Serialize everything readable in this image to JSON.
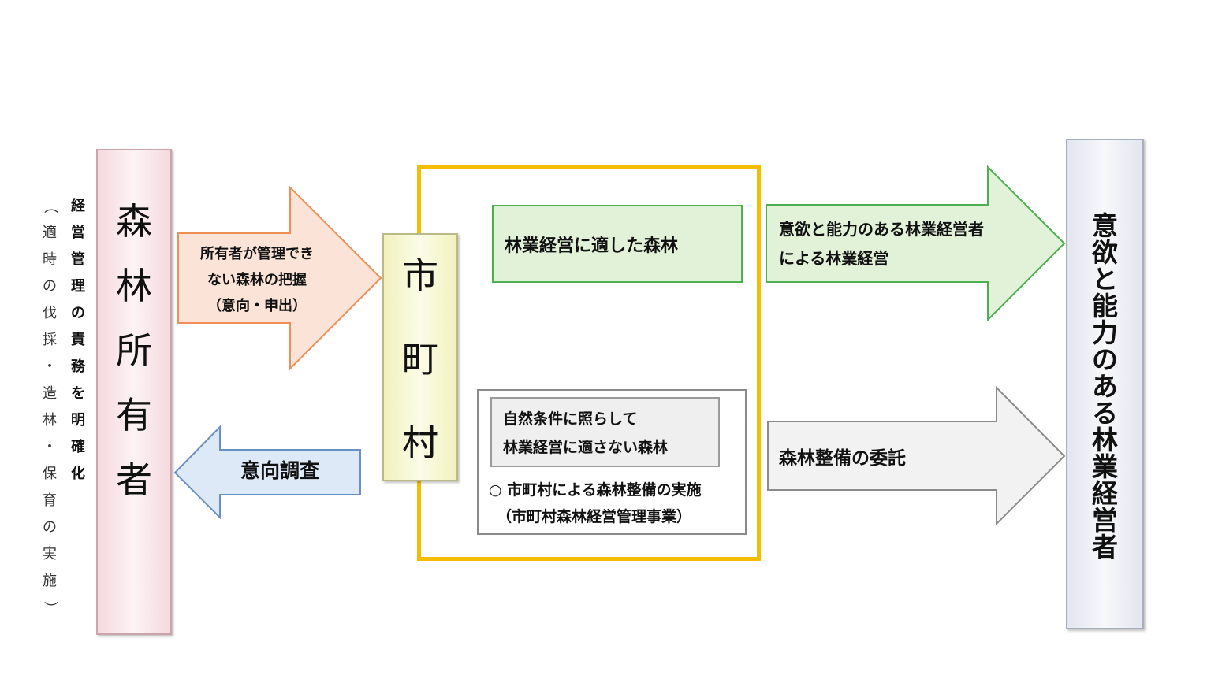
{
  "owner": {
    "chars": [
      "森",
      "林",
      "所",
      "有",
      "者"
    ],
    "color": "#f8e0e4"
  },
  "owner_side_bold": [
    "経",
    "営",
    "管",
    "理",
    "の",
    "責",
    "務",
    "を",
    "明",
    "確",
    "化"
  ],
  "owner_side_paren": [
    "（",
    "適",
    "時",
    "の",
    "伐",
    "採",
    "・",
    "造",
    "林",
    "・",
    "保",
    "育",
    "の",
    "実",
    "施",
    "）"
  ],
  "municipality": {
    "chars": [
      "市",
      "町",
      "村"
    ],
    "color": "#f7f7d0",
    "frame_color": "#f5bd00"
  },
  "manager": {
    "chars": [
      "意",
      "欲",
      "と",
      "能",
      "力",
      "の",
      "あ",
      "る",
      "林",
      "業",
      "経",
      "営",
      "者"
    ],
    "color": "#eceef5"
  },
  "arrows": {
    "grasp": {
      "lines": [
        "所有者が管理でき",
        "ない森林の把握",
        "（意向・申出）"
      ],
      "fill": "#fbe3d7",
      "stroke": "#ee8f57"
    },
    "survey": {
      "label": "意向調査",
      "fill": "#dde9f6",
      "stroke": "#6a8fc2"
    },
    "management": {
      "lines": [
        "意欲と能力のある林業経営者",
        "による林業経営"
      ],
      "fill": "#e1f2d8",
      "stroke": "#4cb050"
    },
    "consign": {
      "label": "森林整備の委託",
      "fill": "#f2f2f2",
      "stroke": "#8b8b8b"
    }
  },
  "suitable_forest": {
    "label": "林業経営に適した森林"
  },
  "unsuitable_forest": {
    "lines": [
      "自然条件に照らして",
      "林業経営に適さない森林"
    ],
    "note_1": "○ 市町村による森林整備の実施",
    "note_2": "（市町村森林経営管理事業）"
  }
}
